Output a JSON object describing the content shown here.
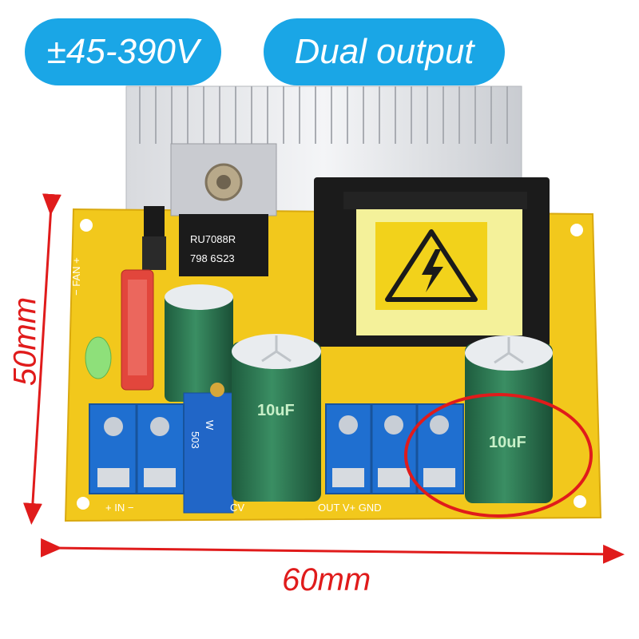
{
  "badges": {
    "voltage": "±45-390V",
    "output": "Dual output"
  },
  "dimensions": {
    "width": "60mm",
    "height": "50mm"
  },
  "board_labels": {
    "ic_marking_1": "RU7088R",
    "ic_marking_2": "798  6S23",
    "pot_marking_1": "W",
    "pot_marking_2": "503",
    "cap_value": "10uF",
    "input_label": "+  IN  −",
    "output_label": "OUT V+    GND",
    "cv_label": "CV",
    "fan_label": "− FAN +"
  },
  "colors": {
    "badge": "#1aa6e6",
    "dimension": "#e01b1b",
    "pcb": "#f2c81c",
    "terminal": "#1f6fd0",
    "capacitor": "#2f7d55",
    "highlight_ring": "#e01b1b"
  },
  "icons": [
    "high-voltage-warning-icon"
  ]
}
